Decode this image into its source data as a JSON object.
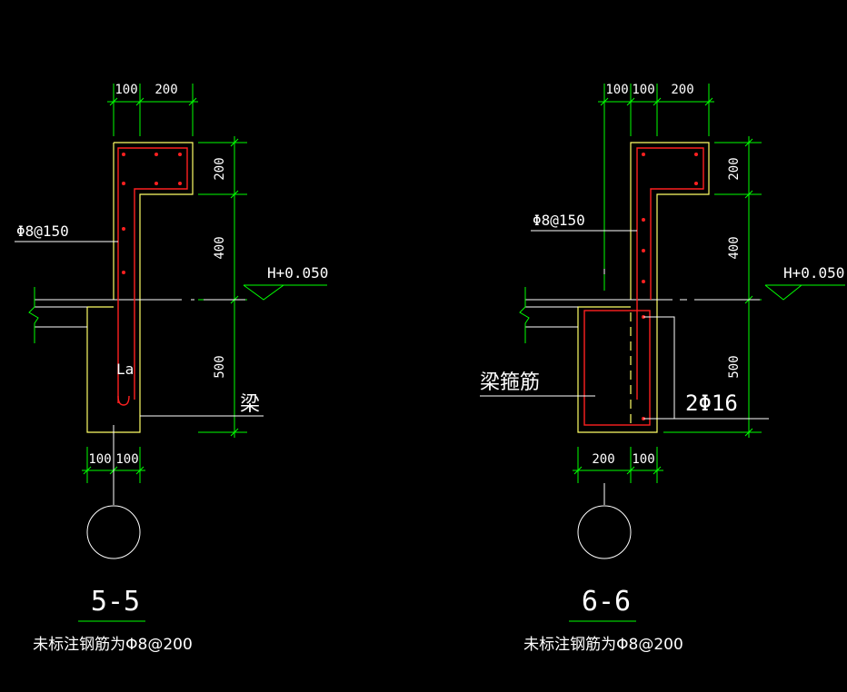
{
  "colors": {
    "background": "#000000",
    "dimension": "#00ff00",
    "outline": "#ffff66",
    "rebar": "#ff2020",
    "text": "#ffffff"
  },
  "section_5": {
    "top_dims": [
      "100",
      "200"
    ],
    "right_dims": [
      "200",
      "400",
      "500"
    ],
    "bottom_dims": [
      "100",
      "100"
    ],
    "rebar_label": "Φ8@150",
    "elevation_label": "H+0.050",
    "anchor_label": "La",
    "beam_label": "梁",
    "title": "5-5",
    "note": "未标注钢筋为Φ8@200"
  },
  "section_6": {
    "top_dims": [
      "100",
      "100",
      "200"
    ],
    "right_dims": [
      "200",
      "400",
      "500"
    ],
    "bottom_dims": [
      "200",
      "100"
    ],
    "rebar_label": "Φ8@150",
    "elevation_label": "H+0.050",
    "stirrup_label": "梁箍筋",
    "main_bar_label": "2Φ16",
    "title": "6-6",
    "note": "未标注钢筋为Φ8@200"
  }
}
